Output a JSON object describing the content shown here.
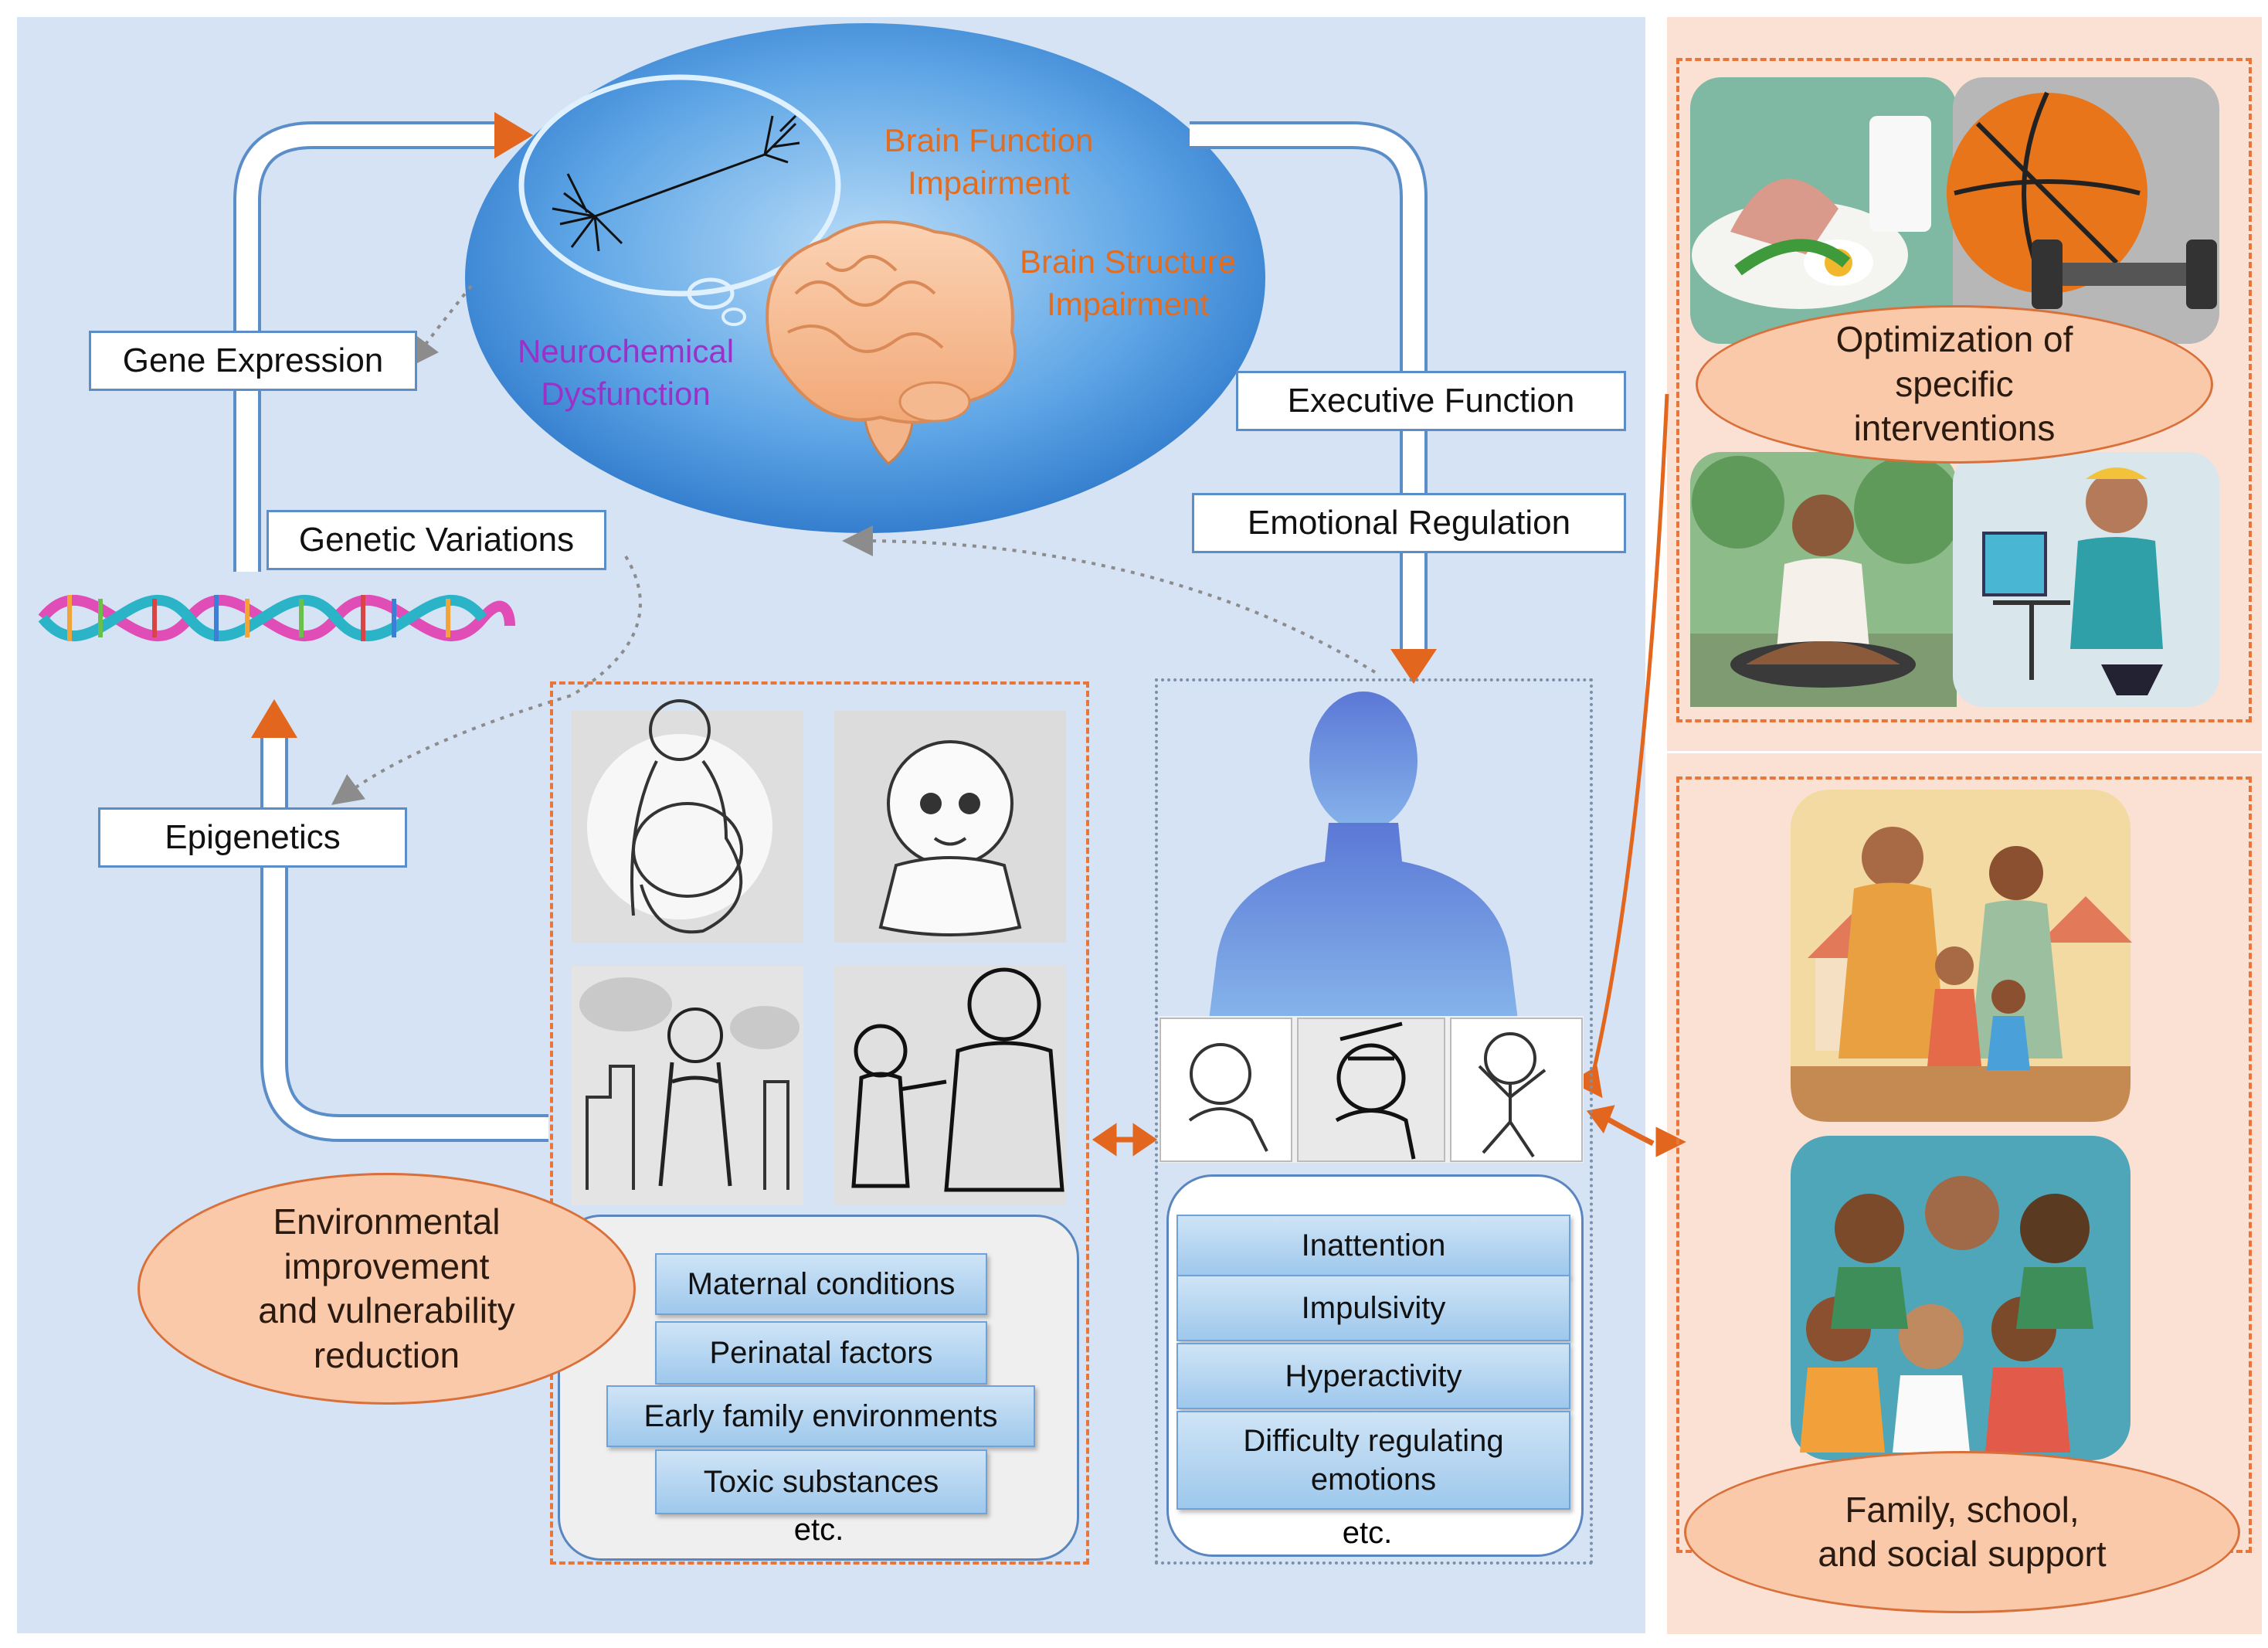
{
  "brain": {
    "function_impairment": "Brain Function\nImpairment",
    "structure_impairment": "Brain Structure\nImpairment",
    "neurochemical": "Neurochemical\nDysfunction"
  },
  "genetics": {
    "gene_expression": "Gene Expression",
    "genetic_variations": "Genetic Variations",
    "epigenetics": "Epigenetics"
  },
  "functions": {
    "executive": "Executive Function",
    "emotional": "Emotional Regulation"
  },
  "environment": {
    "oval": "Environmental\nimprovement\nand vulnerability\nreduction",
    "factors": [
      "Maternal conditions",
      "Perinatal factors",
      "Early family environments",
      "Toxic substances"
    ],
    "etc": "etc."
  },
  "symptoms": {
    "items": [
      "Inattention",
      "Impulsivity",
      "Hyperactivity",
      "Difficulty regulating\nemotions"
    ],
    "etc": "etc."
  },
  "interventions": {
    "oval": "Optimization of\nspecific\ninterventions"
  },
  "support": {
    "oval": "Family, school,\nand social support"
  },
  "colors": {
    "orange_text": "#e46c1f",
    "purple_text": "#9a32c8",
    "arrow_orange": "#e2661e",
    "panel_blue": "#d6e3f4",
    "panel_peach": "#fbe1d4"
  }
}
